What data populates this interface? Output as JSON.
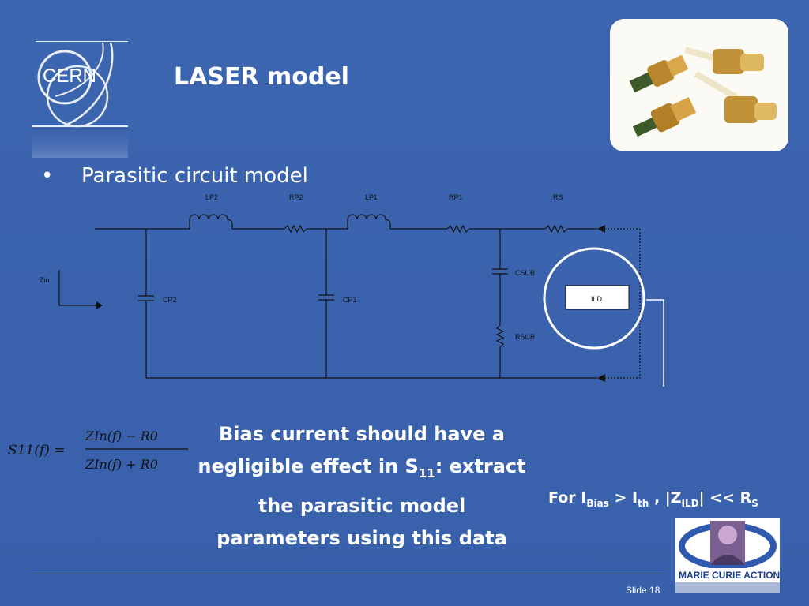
{
  "slide": {
    "title": "LASER model",
    "logo_text": "CERN",
    "bullet_char": "•",
    "bullet_text": "Parasitic circuit model",
    "slide_number": "Slide 18",
    "mca_text": "MARIE CURIE ACTIONS"
  },
  "circuit": {
    "labels": {
      "lp2": "LP2",
      "rp2": "RP2",
      "lp1": "LP1",
      "rp1": "RP1",
      "rs": "RS",
      "zin": "Zin",
      "cp2": "CP2",
      "cp1": "CP1",
      "csub": "CSUB",
      "rsub": "RSUB",
      "ild": "ILD"
    }
  },
  "formula": {
    "lhs": "S11(f) =",
    "numerator": "ZIn(f) − R0",
    "denominator": "ZIn(f) + R0"
  },
  "bias_text": {
    "line1": "Bias current should have a",
    "line2_a": "negligible effect in S",
    "line2_sub": "11",
    "line2_b": ": extract",
    "line3": "the parasitic model",
    "line4": "parameters using this data"
  },
  "condition": {
    "prefix": "For I",
    "bias_sub": "Bias",
    "gt": " > I",
    "th_sub": "th",
    "mid": " , |Z",
    "ild_sub": "ILD",
    "end": "| << R",
    "s_sub": "S"
  },
  "colors": {
    "background": "#3a63ad",
    "text": "#ffffff"
  }
}
